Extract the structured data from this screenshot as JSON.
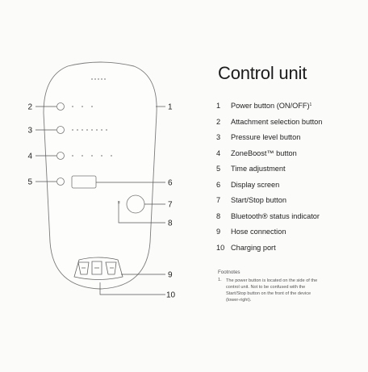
{
  "title": "Control unit",
  "callouts": {
    "left": [
      "2",
      "3",
      "4",
      "5"
    ],
    "right": [
      "1",
      "6",
      "7",
      "8",
      "9",
      "10"
    ]
  },
  "legend": [
    {
      "num": "1",
      "label": "Power button (ON/OFF)",
      "sup": "1"
    },
    {
      "num": "2",
      "label": "Attachment selection button"
    },
    {
      "num": "3",
      "label": "Pressure level button"
    },
    {
      "num": "4",
      "label": "ZoneBoost™ button"
    },
    {
      "num": "5",
      "label": "Time adjustment"
    },
    {
      "num": "6",
      "label": "Display screen"
    },
    {
      "num": "7",
      "label": "Start/Stop button"
    },
    {
      "num": "8",
      "label": "Bluetooth® status indicator"
    },
    {
      "num": "9",
      "label": "Hose connection"
    },
    {
      "num": "10",
      "label": "Charging port"
    }
  ],
  "footnotes": {
    "heading": "Footnotes",
    "items": [
      {
        "num": "1.",
        "text": "The power button is located on the side of the control unit. Not to be confused with the Start/Stop button on the front of the device (lower-right)."
      }
    ]
  },
  "colors": {
    "outline": "#7b7b7b",
    "leader": "#555555",
    "text": "#1f1f1f",
    "background": "#fbfbfa"
  }
}
